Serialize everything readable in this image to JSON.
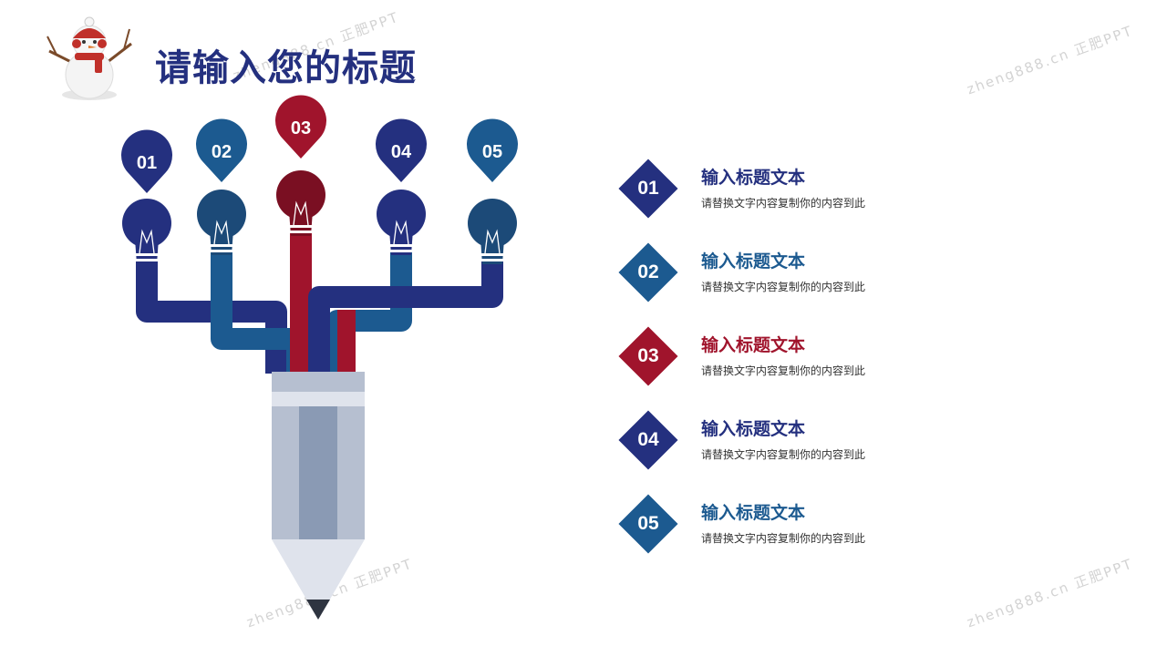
{
  "title": "请输入您的标题",
  "colors": {
    "navy": "#24307f",
    "blue": "#1c5a90",
    "red": "#a0142c",
    "pencil_light": "#b6bfd0",
    "pencil_mid": "#8a9ab4"
  },
  "bulbs": [
    {
      "label": "01",
      "color": "#24307f"
    },
    {
      "label": "02",
      "color": "#1c5a90"
    },
    {
      "label": "03",
      "color": "#a0142c"
    },
    {
      "label": "04",
      "color": "#24307f"
    },
    {
      "label": "05",
      "color": "#1c5a90"
    }
  ],
  "items": [
    {
      "num": "01",
      "heading": "输入标题文本",
      "desc": "请替换文字内容复制你的内容到此",
      "color": "#24307f"
    },
    {
      "num": "02",
      "heading": "输入标题文本",
      "desc": "请替换文字内容复制你的内容到此",
      "color": "#1c5a90"
    },
    {
      "num": "03",
      "heading": "输入标题文本",
      "desc": "请替换文字内容复制你的内容到此",
      "color": "#a0142c"
    },
    {
      "num": "04",
      "heading": "输入标题文本",
      "desc": "请替换文字内容复制你的内容到此",
      "color": "#24307f"
    },
    {
      "num": "05",
      "heading": "输入标题文本",
      "desc": "请替换文字内容复制你的内容到此",
      "color": "#1c5a90"
    }
  ],
  "watermarks": [
    {
      "text": "zheng888.cn  正肥PPT"
    },
    {
      "text": "zheng888.cn  正肥PPT"
    },
    {
      "text": "zheng888.cn  正肥PPT"
    },
    {
      "text": "zheng888.cn  正肥PPT"
    }
  ]
}
